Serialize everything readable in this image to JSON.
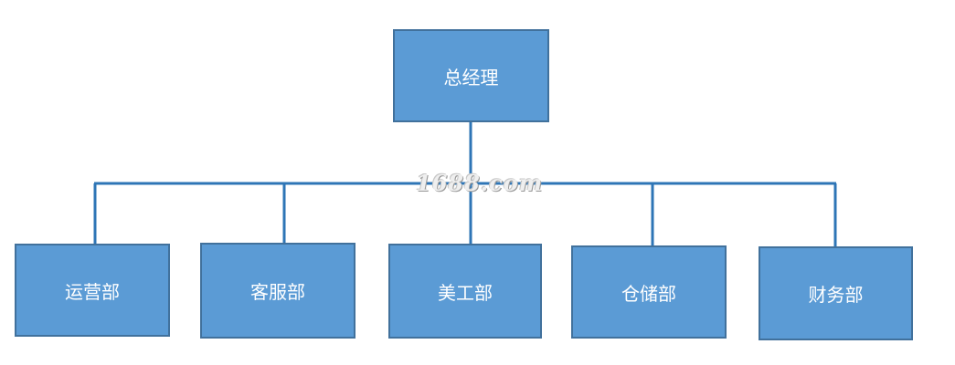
{
  "org_chart": {
    "root": {
      "label": "总经理"
    },
    "departments": [
      {
        "label": "运营部"
      },
      {
        "label": "客服部"
      },
      {
        "label": "美工部"
      },
      {
        "label": "仓储部"
      },
      {
        "label": "财务部"
      }
    ]
  },
  "watermark": {
    "text": "1688.com"
  },
  "colors": {
    "box_fill": "#5b9bd5",
    "box_border": "#41719c",
    "connector": "#2e75b6",
    "text": "#ffffff"
  }
}
